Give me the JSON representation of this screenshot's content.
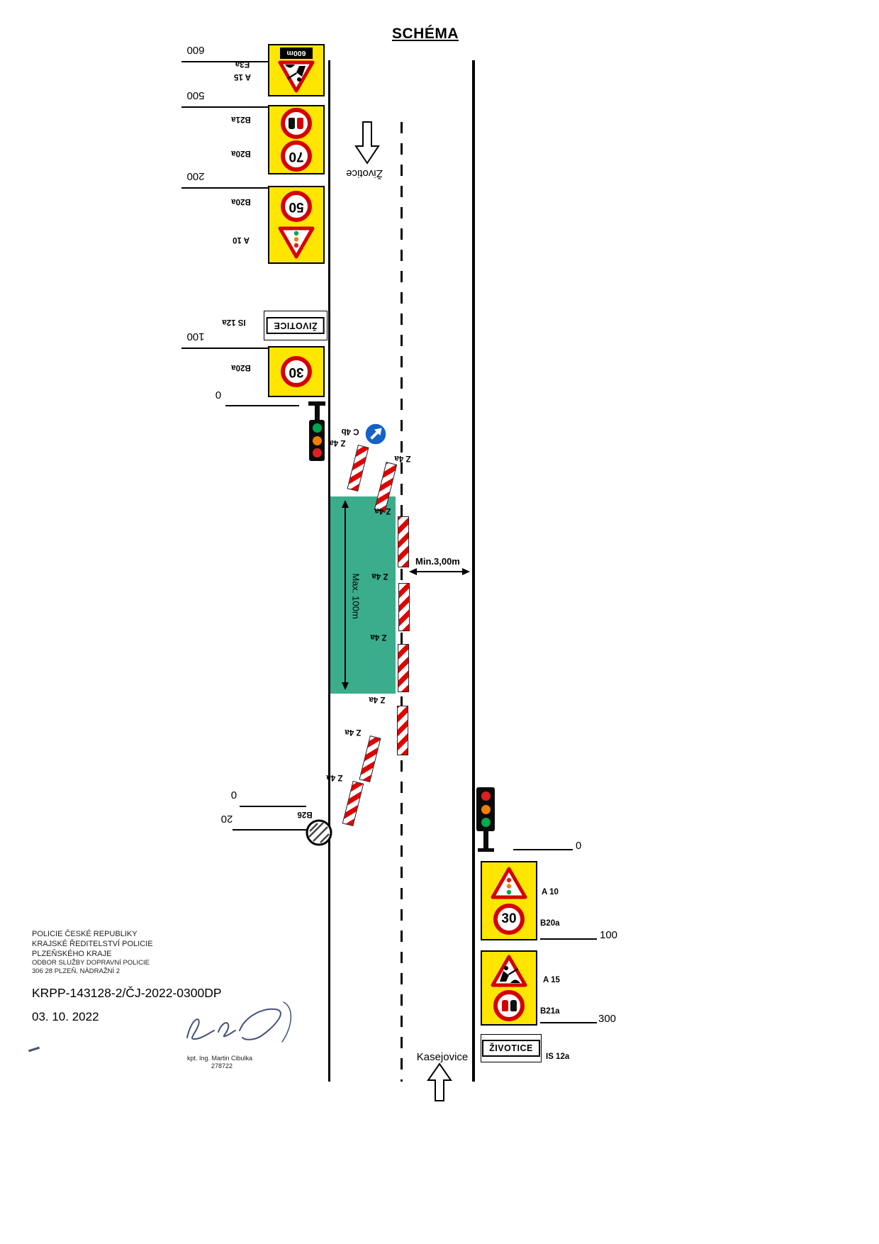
{
  "title": "SCHÉMA",
  "directions": {
    "top": "Životice",
    "bottom": "Kasejovice"
  },
  "distances": {
    "left": {
      "d600": "600",
      "d500": "500",
      "d200": "200",
      "d100": "100",
      "d0": "0",
      "d0_end": "0",
      "d20": "20"
    },
    "right": {
      "d0": "0",
      "d100": "100",
      "d300": "300"
    }
  },
  "signs": {
    "codes": {
      "e3a": "E3a",
      "a15": "A 15",
      "b21a": "B21a",
      "b20a": "B20a",
      "a10": "A 10",
      "is12a": "IS 12a",
      "b26": "B26",
      "c4b": "C 4b",
      "z4a": "Z 4a"
    },
    "values": {
      "limit70": "70",
      "limit50": "50",
      "limit30": "30",
      "distance_plate": "600m",
      "town": "ŽIVOTICE"
    }
  },
  "work_zone": {
    "max_length": "Max. 100m",
    "min_width": "Min.3,00m"
  },
  "footer": {
    "org": [
      "POLICIE ČESKÉ REPUBLIKY",
      "KRAJSKÉ ŘEDITELSTVÍ POLICIE",
      "PLZEŇSKÉHO KRAJE",
      "ODBOR SLUŽBY DOPRAVNÍ POLICIE",
      "306 28 PLZEŇ, NÁDRAŽNÍ 2"
    ],
    "ref": "KRPP-143128-2/ČJ-2022-0300DP",
    "date": "03. 10. 2022",
    "signer": "kpt. Ing. Martin Cibulka",
    "signer_id": "278722"
  },
  "colors": {
    "board_yellow": "#FFE600",
    "sign_red": "#D40000",
    "work_zone_green": "#3BAD8C",
    "barrier_red": "#E00000",
    "c4b_blue": "#1462C8",
    "lamp_red": "#E02020",
    "lamp_amber": "#F08000",
    "lamp_green": "#00A84F",
    "signature_ink": "#44507A"
  }
}
